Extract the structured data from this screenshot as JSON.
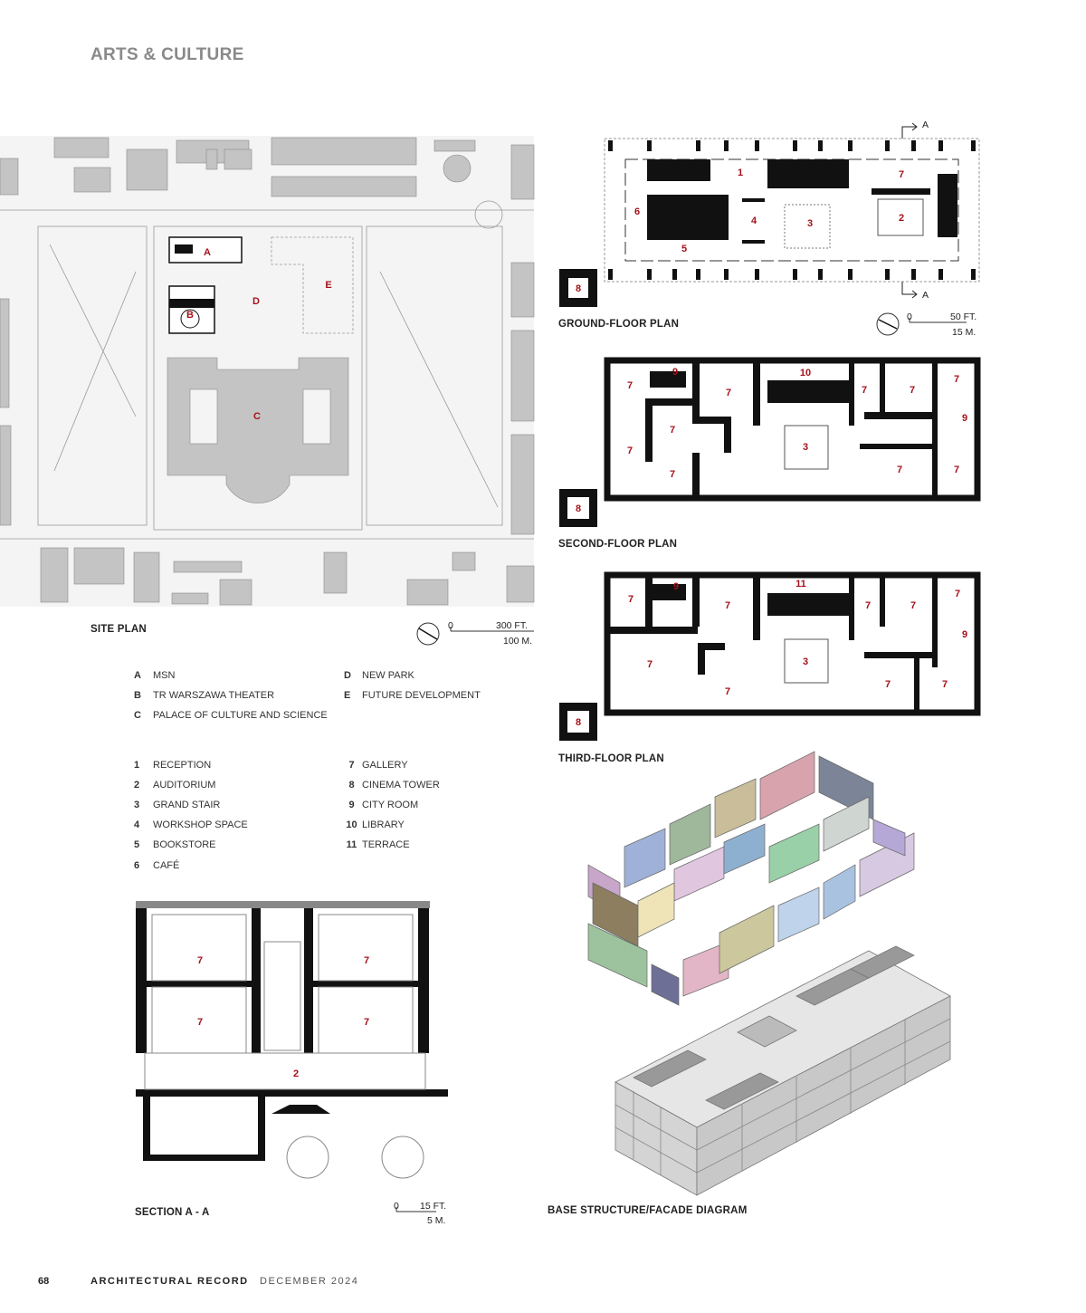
{
  "header": {
    "section": "ARTS & CULTURE"
  },
  "site_plan": {
    "caption": "SITE PLAN",
    "markers": [
      "A",
      "B",
      "C",
      "D",
      "E"
    ],
    "scale": {
      "zero": "0",
      "ft": "300 FT.",
      "m": "100 M."
    }
  },
  "site_legend": [
    {
      "key": "A",
      "label": "MSN"
    },
    {
      "key": "B",
      "label": "TR WARSZAWA THEATER"
    },
    {
      "key": "C",
      "label": "PALACE OF CULTURE AND SCIENCE"
    },
    {
      "key": "D",
      "label": "NEW PARK"
    },
    {
      "key": "E",
      "label": "FUTURE DEVELOPMENT"
    }
  ],
  "room_legend": [
    {
      "key": "1",
      "label": "RECEPTION"
    },
    {
      "key": "2",
      "label": "AUDITORIUM"
    },
    {
      "key": "3",
      "label": "GRAND STAIR"
    },
    {
      "key": "4",
      "label": "WORKSHOP SPACE"
    },
    {
      "key": "5",
      "label": "BOOKSTORE"
    },
    {
      "key": "6",
      "label": "CAFÉ"
    },
    {
      "key": "7",
      "label": "GALLERY"
    },
    {
      "key": "8",
      "label": "CINEMA TOWER"
    },
    {
      "key": "9",
      "label": "CITY ROOM"
    },
    {
      "key": "10",
      "label": "LIBRARY"
    },
    {
      "key": "11",
      "label": "TERRACE"
    }
  ],
  "ground_floor": {
    "caption": "GROUND-FLOOR PLAN",
    "rooms": [
      "1",
      "7",
      "6",
      "4",
      "3",
      "2",
      "5",
      "8"
    ],
    "section_marker": "A",
    "scale": {
      "zero": "0",
      "ft": "50 FT.",
      "m": "15 M."
    }
  },
  "second_floor": {
    "caption": "SECOND-FLOOR PLAN",
    "rooms": [
      "9",
      "10",
      "7",
      "7",
      "7",
      "7",
      "7",
      "9",
      "7",
      "3",
      "7",
      "7",
      "7",
      "7",
      "8"
    ]
  },
  "third_floor": {
    "caption": "THIRD-FLOOR PLAN",
    "rooms": [
      "9",
      "11",
      "7",
      "7",
      "7",
      "7",
      "7",
      "9",
      "7",
      "3",
      "7",
      "7",
      "7",
      "8"
    ]
  },
  "section": {
    "caption": "SECTION A - A",
    "rooms": [
      "7",
      "7",
      "7",
      "7",
      "2"
    ],
    "scale": {
      "zero": "0",
      "ft": "15 FT.",
      "m": "5 M."
    }
  },
  "diagram": {
    "caption": "BASE STRUCTURE/FACADE DIAGRAM"
  },
  "footer": {
    "page": "68",
    "publication": "ARCHITECTURAL RECORD",
    "issue": "DECEMBER 2024"
  },
  "colors": {
    "accent_red": "#a5121c",
    "building_gray": "#c4c4c4",
    "wall_black": "#111111"
  }
}
